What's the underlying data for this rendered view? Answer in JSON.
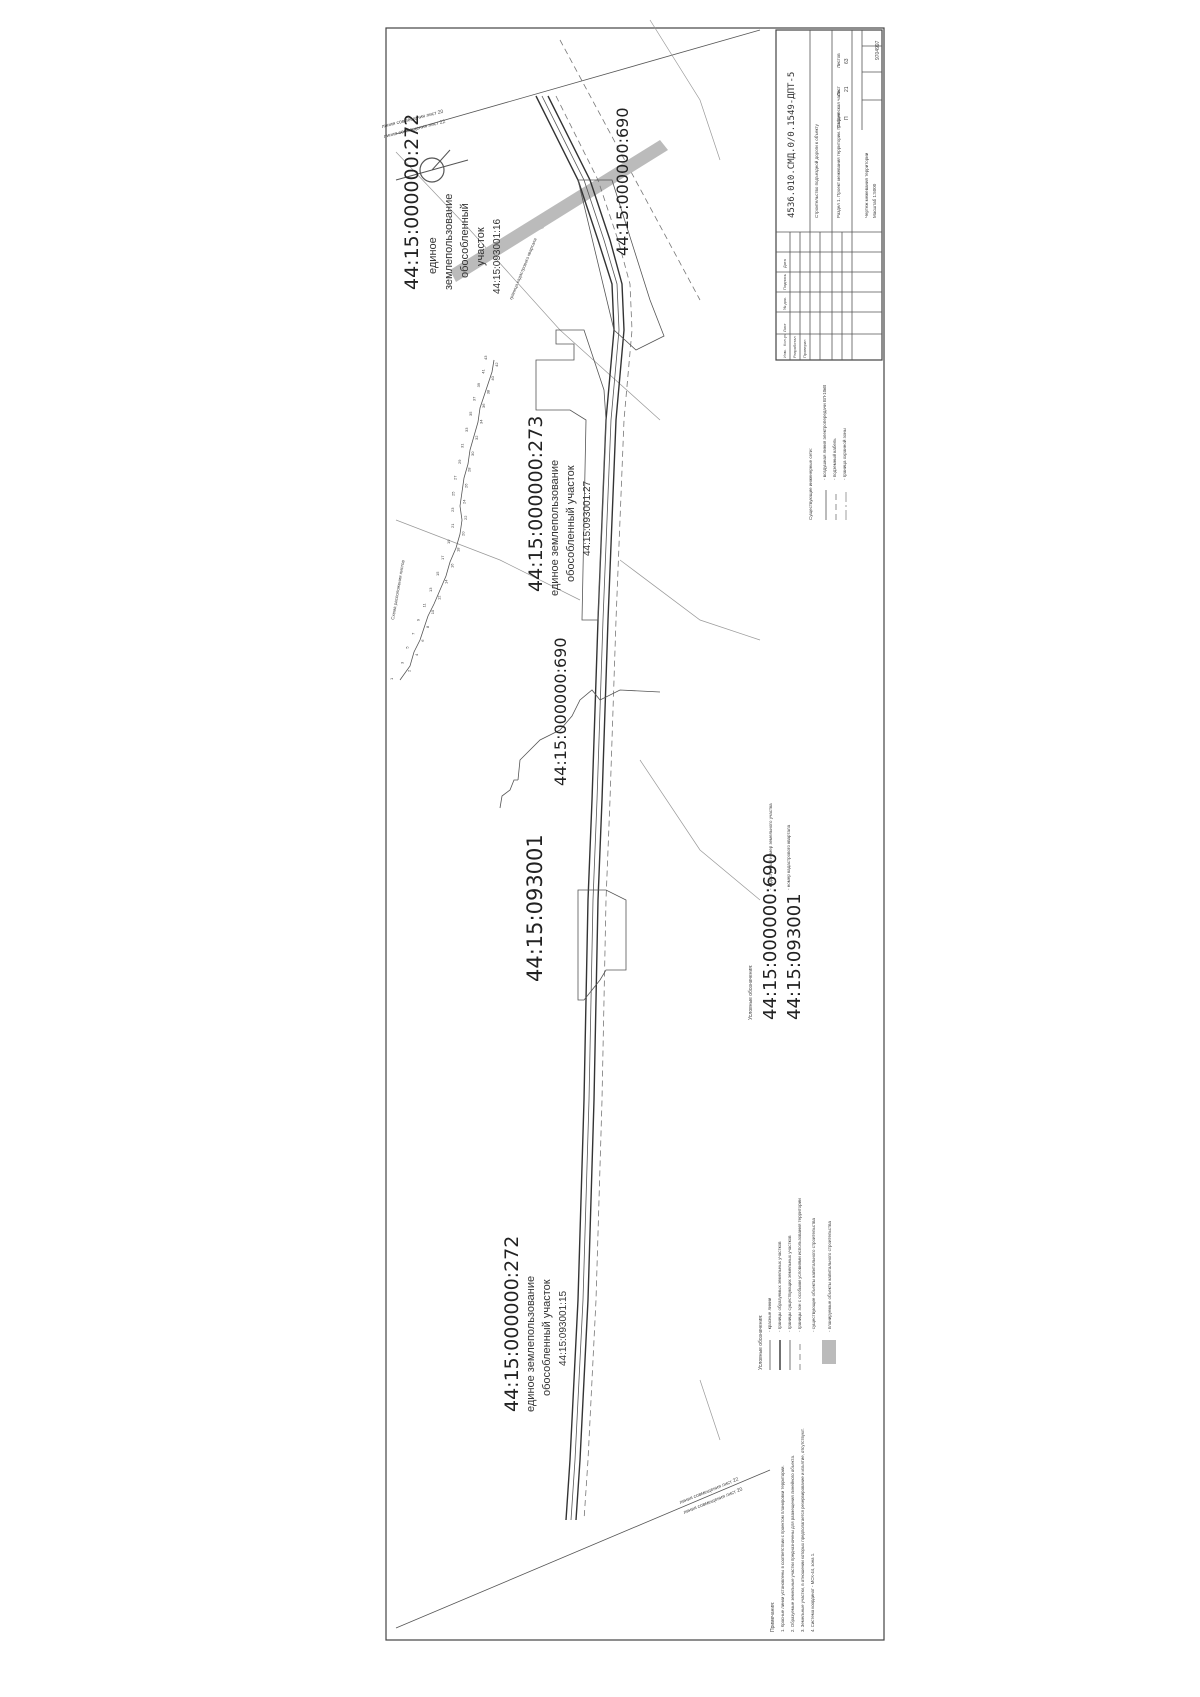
{
  "sheet": {
    "code": "4536.010.СМД.0/0.1549-ДПТ-5",
    "project_title": "Строительство подъездной дороги к объекту",
    "section_title": "Раздел 1. Проект межевания территории. Графическая часть",
    "drawing_title": "Чертеж межевания территории",
    "scale": "Масштаб 1:5000",
    "stage_header": "Стадия",
    "stage": "П",
    "sheet_header": "Лист",
    "sheet_no": "21",
    "sheets_header": "Листов",
    "sheets_total": "63",
    "corner_number": "9704997",
    "stamp_headers": [
      "Изм.",
      "Кол.уч",
      "Лист",
      "№ док.",
      "Подпись",
      "Дата"
    ],
    "stamp_roles": [
      "Разработал",
      "Проверил"
    ]
  },
  "labels": {
    "match_line_top_1": "линия совмещения лист 20",
    "match_line_top_2": "линия совмещения лист 22",
    "match_line_bottom_1": "линия совмещения лист 22",
    "match_line_bottom_2": "линия совмещения лист 20",
    "parcel_272_top": "44:15:000000:272",
    "parcel_272_top_line1": "единое",
    "parcel_272_top_line2": "землепользование",
    "parcel_272_top_line3": "обособленный",
    "parcel_272_top_line4": "участок",
    "parcel_272_top_sub": "44:15:093001:16",
    "parcel_273": "44:15:000000:273",
    "parcel_273_line1": "единое землепользование",
    "parcel_273_line2": "обособленный участок",
    "parcel_273_sub": "44:15:093001:27",
    "parcel_690_top": "44:15:000000:690",
    "parcel_690_mid": "44:15:000000:690",
    "quarter": "44:15:093001",
    "parcel_272_bottom": "44:15:000000:272",
    "parcel_272_bottom_line1": "единое землепользование",
    "parcel_272_bottom_line2": "обособленный участок",
    "parcel_272_bottom_sub": "44:15:093001:15",
    "sheet_layout_label": "Схема расположения листов",
    "border_note": "граница кадастрового квартала"
  },
  "sheet_layout_numbers": [
    "1",
    "2",
    "3",
    "4",
    "5",
    "6",
    "7",
    "8",
    "9",
    "10",
    "11",
    "12",
    "13",
    "14",
    "15",
    "16",
    "17",
    "18",
    "19",
    "20",
    "21",
    "22",
    "23",
    "24",
    "25",
    "26",
    "27",
    "28",
    "29",
    "30",
    "31",
    "32",
    "33",
    "34",
    "35",
    "36",
    "37",
    "38",
    "39",
    "40",
    "41",
    "42",
    "43"
  ],
  "legend_right": {
    "title": "Условные обозначения:",
    "parcel_example": "44:15:000000:690",
    "quarter_example": "44:15:093001",
    "parcel_desc": "- кадастровый номер земельного участка",
    "quarter_desc": "- номер кадастрового квартала"
  },
  "legend_top_right": {
    "title": "Существующие инженерные сети:",
    "items": [
      "- воздушная линия электропередачи ВЛ-10кВ",
      "- подземный кабель",
      "- граница охранной зоны"
    ]
  },
  "legend_bottom": {
    "title": "Условные обозначения:",
    "items": [
      "- красные линии",
      "- границы образуемых земельных участков",
      "- границы существующих земельных участков",
      "- границы зон с особыми условиями использования территории",
      "- существующие объекты капитального строительства",
      "- планируемые объекты капитального строительства"
    ]
  },
  "notes": {
    "title": "Примечания:",
    "items": [
      "1. Красные линии установлены в соответствии с проектом планировки территории.",
      "2. Образуемые земельные участки предназначены для размещения линейного объекта.",
      "3. Земельные участки, в отношении которых предполагается резервирование и изъятие, отсутствуют.",
      "4. Система координат - МСК-44, зона 1."
    ]
  }
}
